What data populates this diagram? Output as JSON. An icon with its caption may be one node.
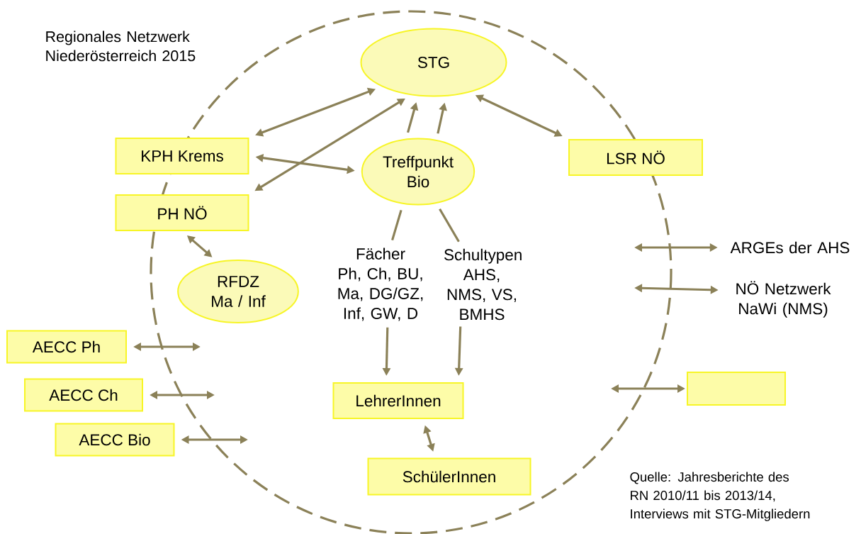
{
  "diagram": {
    "title": "Regionales Netzwerk Niederösterreich 2015",
    "caption": "Quelle: Jahresberichte des RN 2010/11 bis 2013/14, Interviews mit STG-Mitgliedern",
    "nodes": [
      {
        "text": [
          "STG"
        ]
      },
      {
        "text": [
          "KPH Krems"
        ]
      },
      {
        "text": [
          "Treffpunkt Bio"
        ]
      },
      {
        "text": [
          "LSR NÖ"
        ]
      },
      {
        "text": [
          "PH NÖ"
        ]
      },
      {
        "text": [
          "RFDZ Ma / Inf"
        ]
      },
      {
        "text": [
          "Fächer",
          "Ph, Ch, BU, Ma, DG/GZ, Inf, GW, D"
        ]
      },
      {
        "text": [
          "Schultypen",
          "AHS, NMS, VS, BMHS"
        ]
      },
      {
        "text": [
          "ARGEs der AHS"
        ]
      },
      {
        "text": [
          "NÖ Netzwerk NaWi (NMS)"
        ]
      },
      {
        "text": [
          "AECC Ph"
        ]
      },
      {
        "text": [
          "AECC Ch"
        ]
      },
      {
        "text": [
          "AECC Bio"
        ]
      },
      {
        "text": [
          "LehrerInnen"
        ]
      },
      {
        "text": [
          "SchülerInnen"
        ]
      },
      {
        "text": [],
        "shape": "box"
      }
    ],
    "edges": [
      {
        "from": 1,
        "to": 0,
        "arrow": "both"
      },
      {
        "from": 4,
        "to": 0,
        "arrow": "both"
      },
      {
        "from": 1,
        "to": 2,
        "arrow": "both"
      },
      {
        "from": 2,
        "to": 0,
        "arrow": "to"
      },
      {
        "from": 2,
        "to": 0,
        "arrow": "to"
      },
      {
        "from": 6,
        "to": 2,
        "arrow": "none"
      },
      {
        "from": 7,
        "to": 2,
        "arrow": "none"
      },
      {
        "from": 6,
        "to": 13,
        "arrow": "to"
      },
      {
        "from": 7,
        "to": 13,
        "arrow": "to"
      },
      {
        "from": 0,
        "to": 3,
        "arrow": "both"
      },
      {
        "from": 4,
        "to": 5,
        "arrow": "both"
      },
      {
        "from": 13,
        "to": 14,
        "arrow": "both"
      },
      {
        "from": 10,
        "to": null,
        "arrow": "both"
      },
      {
        "from": 11,
        "to": null,
        "arrow": "both"
      },
      {
        "from": 12,
        "to": null,
        "arrow": "both"
      },
      {
        "from": null,
        "to": 8,
        "arrow": "both"
      },
      {
        "from": null,
        "to": 9,
        "arrow": "both"
      },
      {
        "from": null,
        "to": 15,
        "arrow": "both"
      }
    ]
  }
}
